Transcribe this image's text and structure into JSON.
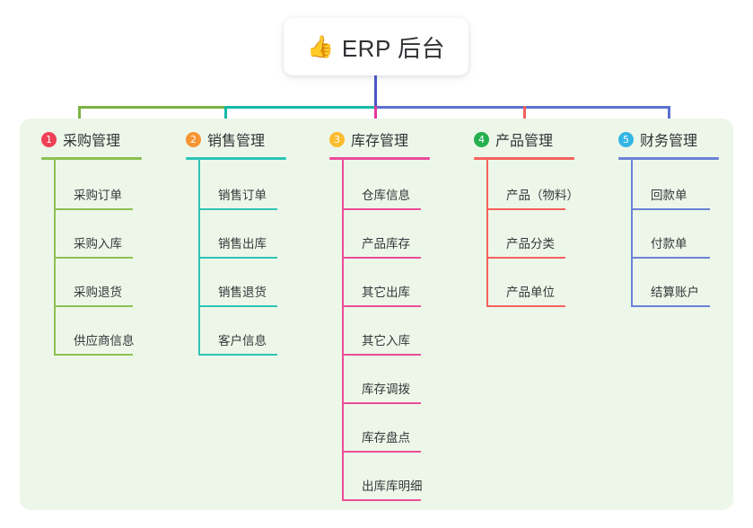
{
  "root": {
    "icon": "thumbs-up-icon",
    "icon_glyph": "👍",
    "title": "ERP 后台"
  },
  "palette": {
    "panel_background": "#edf7e9",
    "card_background": "#ffffff",
    "text": "#303236",
    "root_stem": "#4a56c4",
    "green": "#7cb342",
    "teal": "#14b8a6",
    "pink": "#e8369b",
    "red": "#f4615c",
    "blue": "#5b6fd0"
  },
  "connectors": {
    "root_stem_color": "#4a56c4",
    "segments": [
      {
        "name": "green-segment",
        "color": "#7cb342"
      },
      {
        "name": "teal-segment",
        "color": "#14b8a6"
      },
      {
        "name": "blue-segment",
        "color": "#5b6fd0"
      }
    ],
    "drops": [
      {
        "name": "drop-purchase",
        "color": "#7cb342"
      },
      {
        "name": "drop-sales",
        "color": "#14b8a6"
      },
      {
        "name": "drop-inventory",
        "color": "#e8369b"
      },
      {
        "name": "drop-product",
        "color": "#f4615c"
      },
      {
        "name": "drop-finance",
        "color": "#5b6fd0"
      }
    ]
  },
  "columns": [
    {
      "id": "purchase",
      "number": "1",
      "badge_color": "#ef4056",
      "accent": "#8cc152",
      "title": "采购管理",
      "items": [
        "采购订单",
        "采购入库",
        "采购退货",
        "供应商信息"
      ]
    },
    {
      "id": "sales",
      "number": "2",
      "badge_color": "#f79433",
      "accent": "#2ec4b6",
      "title": "销售管理",
      "items": [
        "销售订单",
        "销售出库",
        "销售退货",
        "客户信息"
      ]
    },
    {
      "id": "inventory",
      "number": "3",
      "badge_color": "#fbbc2e",
      "accent": "#ea4c9a",
      "title": "库存管理",
      "items": [
        "仓库信息",
        "产品库存",
        "其它出库",
        "其它入库",
        "库存调拨",
        "库存盘点",
        "出库库明细"
      ]
    },
    {
      "id": "product",
      "number": "4",
      "badge_color": "#26b050",
      "accent": "#f4615c",
      "title": "产品管理",
      "items": [
        "产品（物料）",
        "产品分类",
        "产品单位"
      ]
    },
    {
      "id": "finance",
      "number": "5",
      "badge_color": "#33b5e5",
      "accent": "#6b82d8",
      "title": "财务管理",
      "items": [
        "回款单",
        "付款单",
        "结算账户"
      ]
    }
  ]
}
